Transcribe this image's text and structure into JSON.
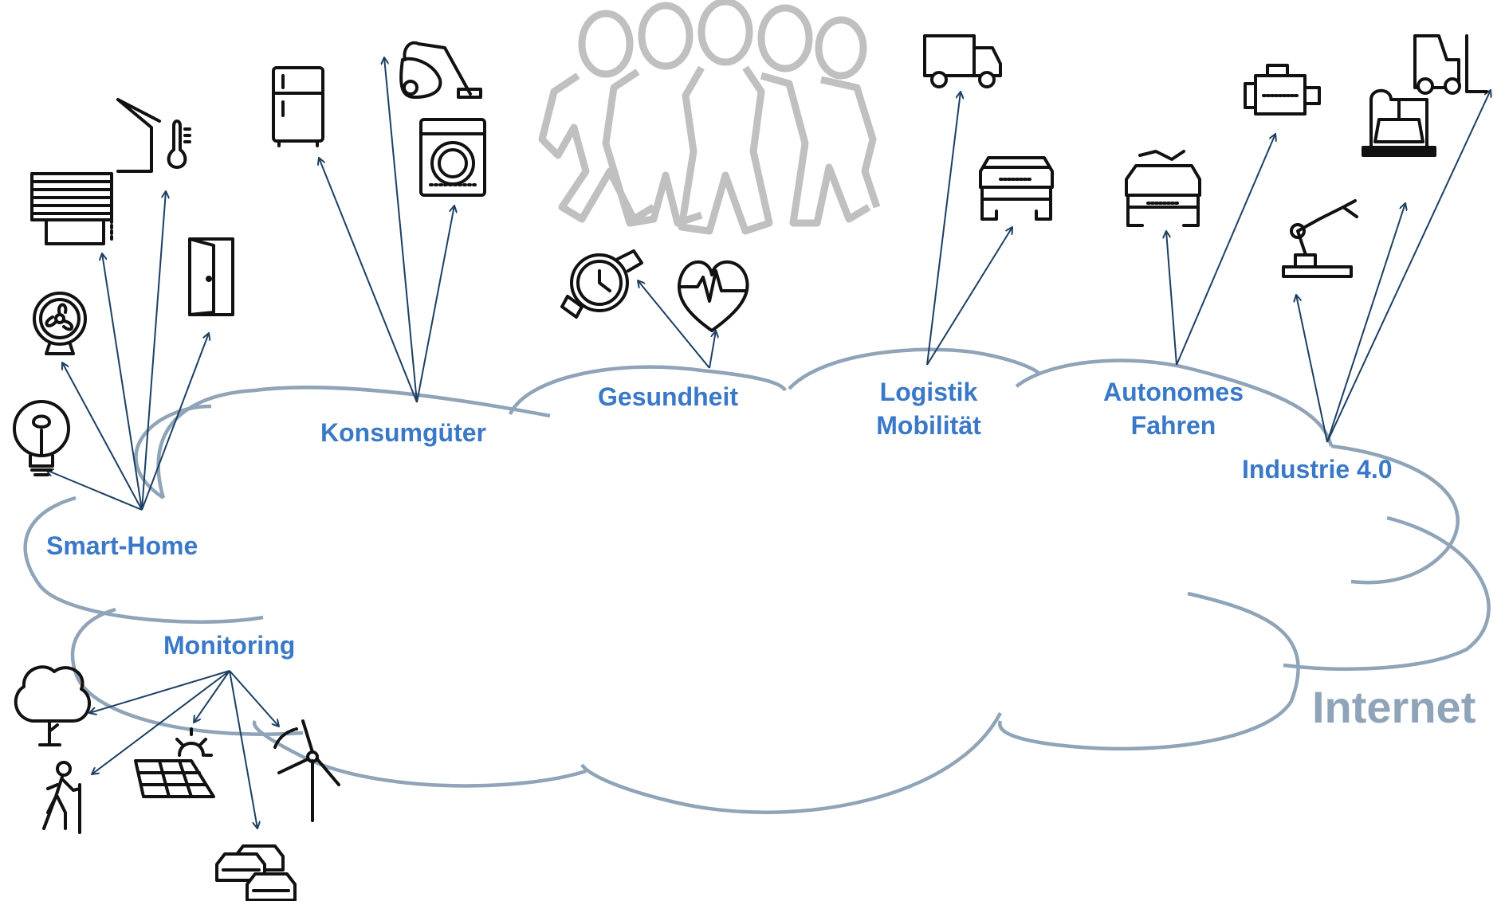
{
  "diagram": {
    "cloud_label": "Internet",
    "categories": {
      "smart_home": "Smart-Home",
      "konsumgueter": "Konsumgüter",
      "gesundheit": "Gesundheit",
      "logistik": "Logistik\nMobilität",
      "autonomes": "Autonomes\nFahren",
      "industrie": "Industrie 4.0",
      "monitoring": "Monitoring"
    },
    "colors": {
      "label": "#3a78c8",
      "cloud": "#8fa4b8",
      "arrow": "#1c3f63",
      "icon": "#111111",
      "people": "#b5b5b5"
    }
  }
}
